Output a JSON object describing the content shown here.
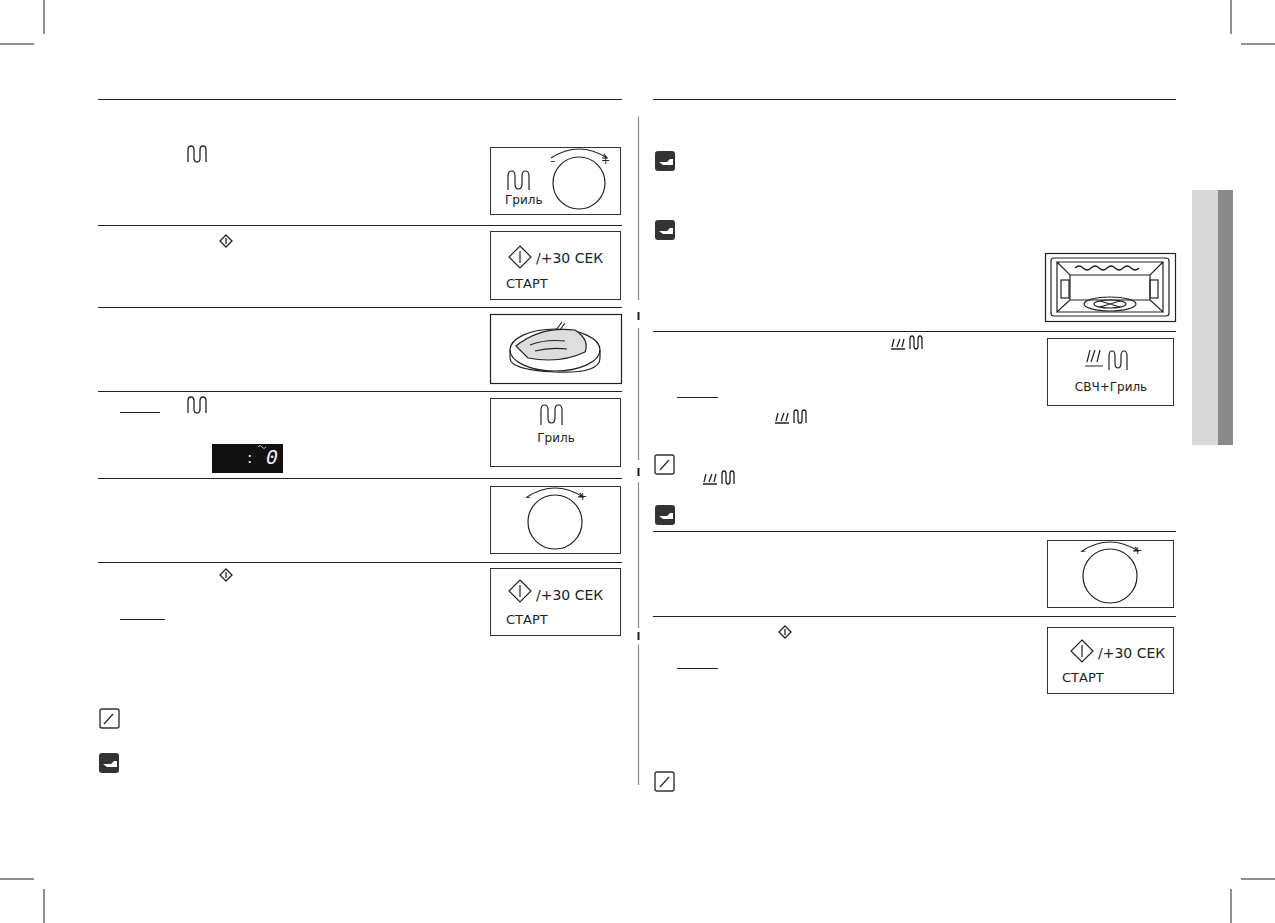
{
  "diagram": {
    "nodes": [
      {
        "text": [
          "Гриль",
          "–",
          "+"
        ]
      },
      {
        "text": [
          "/+30 СЕК",
          "СТАРТ"
        ]
      },
      {
        "text": [
          "Гриль"
        ]
      },
      {
        "text": [
          "–",
          "+"
        ]
      },
      {
        "text": [
          "/+30 СЕК",
          "СТАРТ"
        ]
      },
      {
        "text": [
          "СВЧ+Гриль"
        ]
      },
      {
        "text": [
          "–",
          "+"
        ]
      },
      {
        "text": [
          "/+30 СЕК",
          "СТАРТ"
        ]
      }
    ],
    "labels": [
      ":",
      "0"
    ]
  }
}
